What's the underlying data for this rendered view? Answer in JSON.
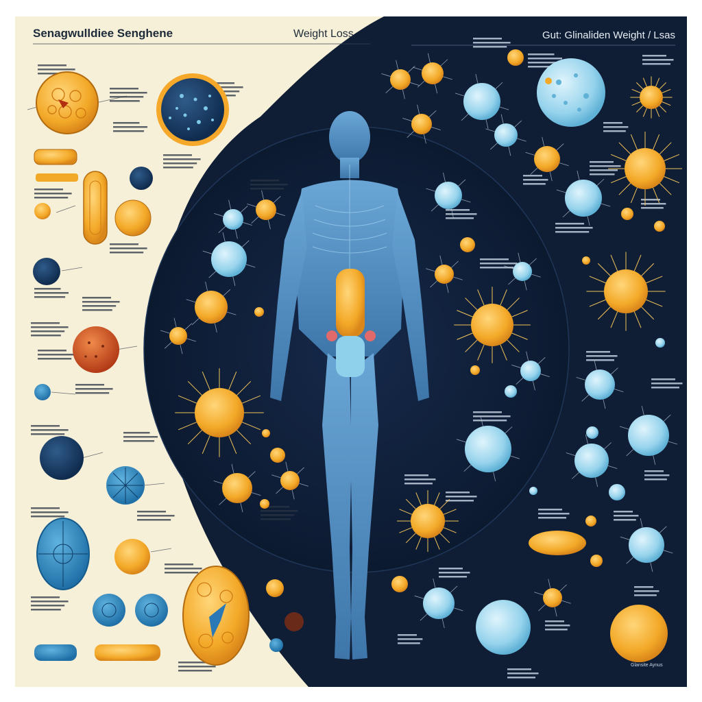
{
  "header": {
    "left_title": "Senagwulldiee Senghene",
    "center_title": "Weight Loss",
    "right_title": "Gut: Glinaliden Weight / Lsas"
  },
  "labels": {
    "bottom_right_caption": "Glansite Aynus"
  },
  "colors": {
    "cream": "#f7f0d8",
    "navy": "#0f1e35",
    "orange": "#f0a82a",
    "light_blue": "#8fd0ea",
    "body_blue": "#4f8fc4",
    "red": "#c4461f"
  }
}
